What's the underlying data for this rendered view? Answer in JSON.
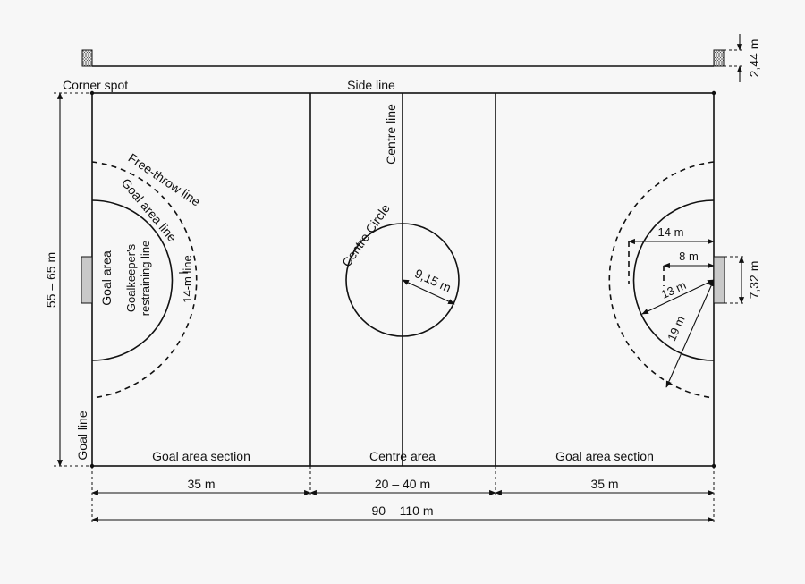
{
  "labels": {
    "corner_spot": "Corner spot",
    "side_line": "Side line",
    "centre_line": "Centre line",
    "free_throw_line": "Free-throw line",
    "goal_area_line": "Goal area line",
    "goal_area": "Goal area",
    "goalkeepers_restraining_line_1": "Goalkeeper's",
    "goalkeepers_restraining_line_2": "restraining line",
    "fourteen_m_line": "14-m line",
    "centre_circle": "Centre Circle",
    "goal_line": "Goal line",
    "goal_area_section_left": "Goal area section",
    "centre_area": "Centre area",
    "goal_area_section_right": "Goal area section"
  },
  "dimensions": {
    "width": "55 – 65 m",
    "goal_height": "2,44 m",
    "goal_width": "7,32 m",
    "centre_circle_radius": "9,15 m",
    "fourteen_m": "14 m",
    "eight_m": "8 m",
    "thirteen_m": "13 m",
    "nineteen_m": "19 m",
    "goal_section_left": "35 m",
    "centre_section": "20 – 40 m",
    "goal_section_right": "35 m",
    "total_length": "90 – 110 m"
  }
}
